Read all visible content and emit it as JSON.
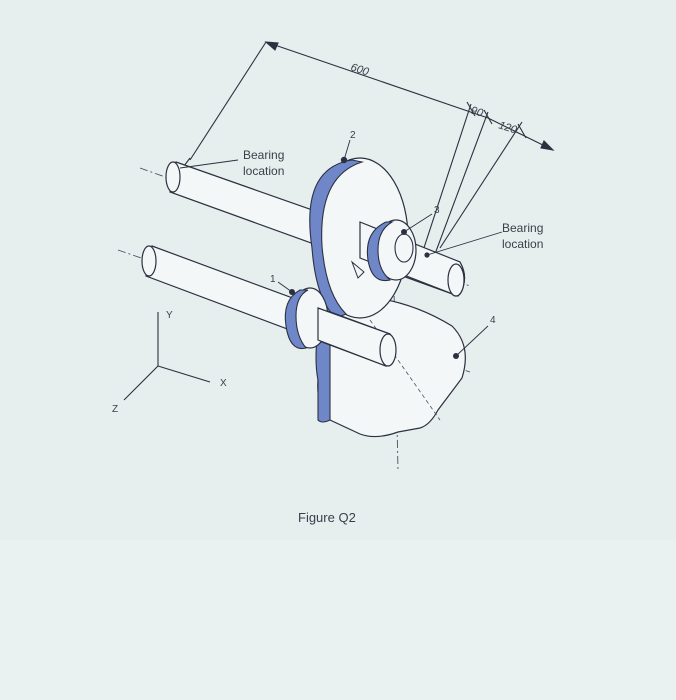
{
  "figure": {
    "caption": "Figure Q2",
    "dimensions": {
      "overall": "600",
      "mid": "90",
      "end": "120"
    },
    "bearing_label_left": {
      "line1": "Bearing",
      "line2": "location"
    },
    "bearing_label_right": {
      "line1": "Bearing",
      "line2": "location"
    },
    "part_numbers": {
      "p1": "1",
      "p2": "2",
      "p3": "3",
      "p4": "4"
    },
    "axes": {
      "y": "Y",
      "x": "X",
      "z": "Z"
    }
  },
  "colors": {
    "background": "#e6eeee",
    "line": "#2b3140",
    "gear_blue": "#6f87c9",
    "shaft_fill": "#f4f7f7"
  }
}
